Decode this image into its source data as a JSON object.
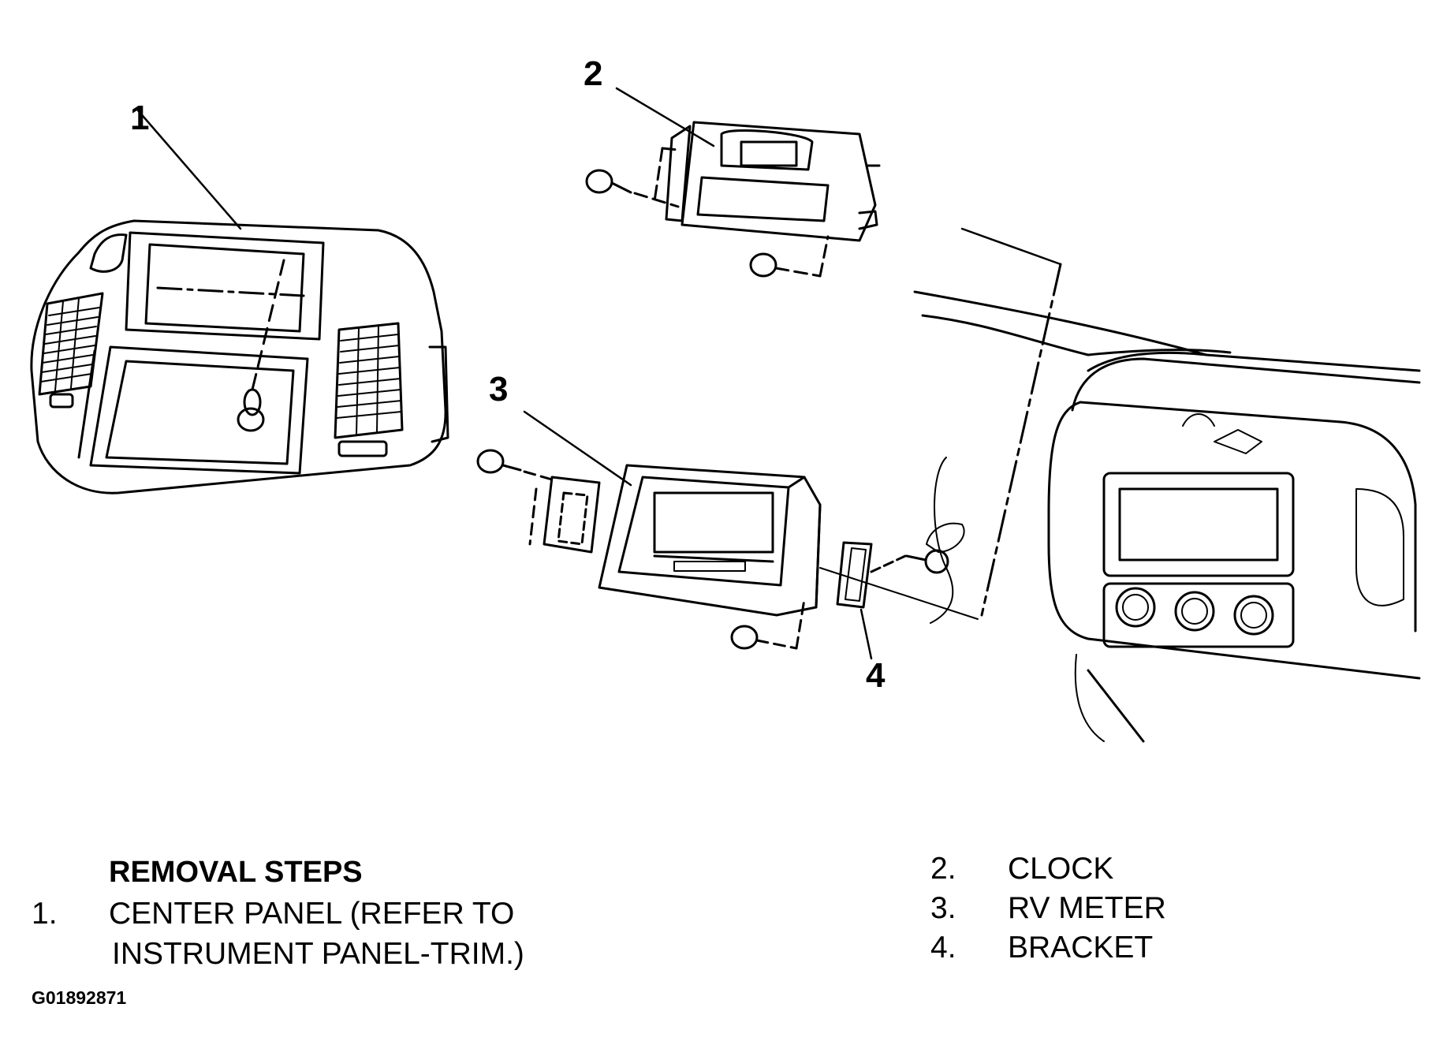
{
  "callouts": {
    "c1": "1",
    "c2": "2",
    "c3": "3",
    "c4": "4"
  },
  "legend": {
    "title": "REMOVAL STEPS",
    "step1_num": "1.",
    "step1_line1": "CENTER PANEL (REFER TO",
    "step1_line2": "INSTRUMENT PANEL-TRIM.)",
    "step2_num": "2.",
    "step2_text": "CLOCK",
    "step3_num": "3.",
    "step3_text": "RV METER",
    "step4_num": "4.",
    "step4_text": "BRACKET"
  },
  "figure_id": "G01892871"
}
